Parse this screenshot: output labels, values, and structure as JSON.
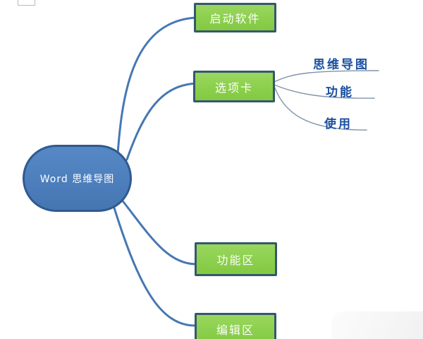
{
  "diagram": {
    "root": {
      "label": "Word 思维导图"
    },
    "branches": [
      {
        "label": "启动软件"
      },
      {
        "label": "选项卡"
      },
      {
        "label": "功能区"
      },
      {
        "label": "编辑区"
      }
    ],
    "subtopics": [
      {
        "label": "思维导图"
      },
      {
        "label": "功能"
      },
      {
        "label": "使用"
      }
    ],
    "colors": {
      "root_fill": "#4d7fbd",
      "root_border": "#2f5a8f",
      "topic_fill": "#8dd04f",
      "topic_border": "#34586e",
      "connector": "#4678b2",
      "subtopic_line": "#7f94ab",
      "subtopic_text": "#1b4fa0",
      "text": "#ffffff"
    }
  }
}
